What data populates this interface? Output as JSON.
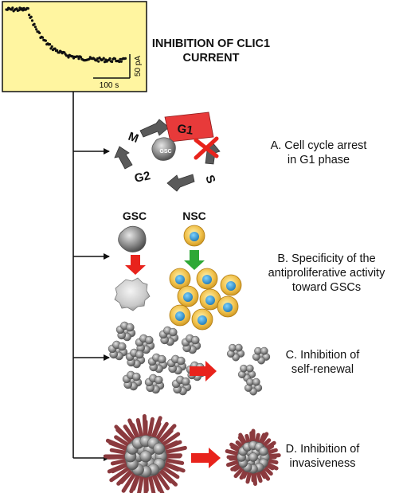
{
  "title": [
    "INHIBITION OF CLIC1",
    "CURRENT"
  ],
  "trace": {
    "scale_current": "50 pA",
    "scale_time": "100 s",
    "panel_color": "#fff5a0"
  },
  "cell_cycle": {
    "phases": {
      "m": "M",
      "g1": "G1",
      "s": "S",
      "g2": "G2"
    },
    "center_label": "GSC",
    "g1_color": "#e83a3a"
  },
  "cells": {
    "gsc_label": "GSC",
    "nsc_label": "NSC"
  },
  "captions": {
    "a": [
      "A. Cell cycle arrest",
      "in G1 phase"
    ],
    "b": [
      "B. Specificity of the",
      "antiproliferative activity",
      "toward GSCs"
    ],
    "c": [
      "C. Inhibition of",
      "self-renewal"
    ],
    "d": [
      "D. Inhibition of",
      "invasiveness"
    ]
  },
  "colors": {
    "arrow_red": "#e8231c",
    "arrow_green": "#2ea836",
    "invasion": "#8b3a3e"
  }
}
